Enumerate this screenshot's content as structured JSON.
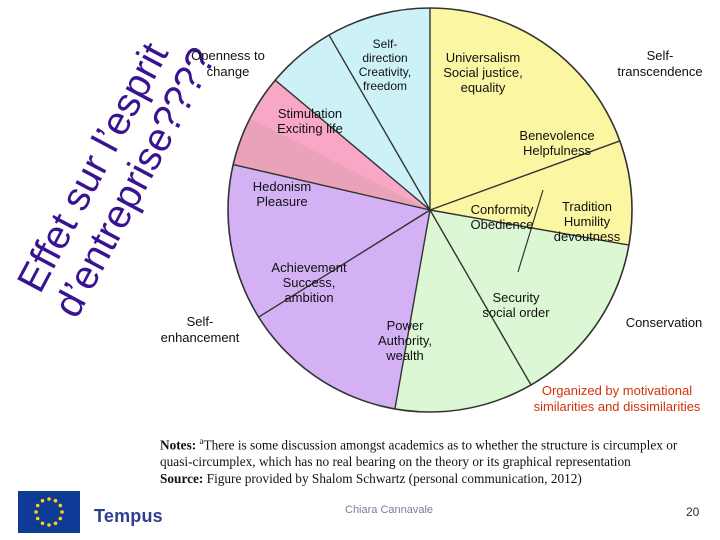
{
  "title": {
    "line1": "Effet sur l’esprit",
    "line2": "d’entreprise????"
  },
  "wheel": {
    "segments": [
      {
        "label_lines": [
          "Self-",
          "direction",
          "Creativity,",
          "freedom"
        ],
        "color": "#ccf2f7"
      },
      {
        "label_lines": [
          "Universalism",
          "Social justice,",
          "equality"
        ],
        "color": "#fbf6a2"
      },
      {
        "label_lines": [
          "Benevolence",
          "Helpfulness"
        ],
        "color": "#fbf6a2"
      },
      {
        "label_lines": [
          "Tradition",
          "Humility",
          "devoutness"
        ],
        "color": "#dcf7d3"
      },
      {
        "label_lines": [
          "Conformity",
          "Obedience"
        ],
        "color": "#dcf7d3"
      },
      {
        "label_lines": [
          "Security",
          "social order"
        ],
        "color": "#dcf7d3"
      },
      {
        "label_lines": [
          "Power",
          "Authority,",
          "wealth"
        ],
        "color": "#d4b0f5"
      },
      {
        "label_lines": [
          "Achievement",
          "Success,",
          "ambition"
        ],
        "color": "#d4b0f5"
      },
      {
        "label_lines": [
          "Hedonism",
          "Pleasure"
        ],
        "color": "#f8a8c6"
      },
      {
        "label_lines": [
          "Stimulation",
          "Exciting life"
        ],
        "color": "#ccf2f7"
      }
    ],
    "hedonism_top_color": "#e9a3b8"
  },
  "outer_labels": {
    "openness": [
      "Openness to",
      "change"
    ],
    "self_transcendence": [
      "Self-",
      "transcendence"
    ],
    "conservation": [
      "Conservation"
    ],
    "self_enhancement": [
      "Self-",
      "enhancement"
    ]
  },
  "organized_note": [
    "Organized by motivational",
    "similarities and dissimilarities"
  ],
  "notes": {
    "notes_label": "Notes:",
    "notes_sup": "a",
    "notes_text": "There is some discussion amongst academics as to whether the structure is circumplex or quasi-circumplex, which has no real bearing on the theory or its graphical representation",
    "source_label": "Source:",
    "source_text": "Figure provided by Shalom Schwartz (personal communication, 2012)"
  },
  "footer": {
    "author": "Chiara Cannavale",
    "page": "20",
    "logo_text": "Tempus"
  },
  "colors": {
    "title": "#3a1490",
    "organized_note": "#d4320b",
    "outline": "#333333"
  }
}
